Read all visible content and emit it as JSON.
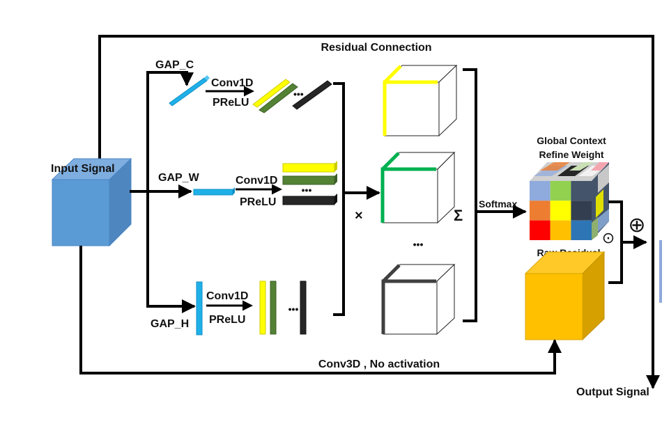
{
  "diagram": {
    "labels": {
      "residual_connection": "Residual Connection",
      "input_signal": "Input Signal",
      "output_signal": "Output Signal",
      "gap_c": "GAP_C",
      "gap_w": "GAP_W",
      "gap_h": "GAP_H",
      "conv1d": "Conv1D",
      "prelu": "PReLU",
      "softmax": "Softmax",
      "global_context_line1": "Global Context",
      "global_context_line2": "Refine Weight",
      "raw_residual": "Raw Residual",
      "conv3d": "Conv3D , No activation",
      "multiply_symbol": "×",
      "sum_symbol": "Σ",
      "hadamard_symbol": "⊙",
      "add_symbol": "⊕",
      "ellipsis": "•••"
    },
    "colors": {
      "input_cube": "#5b9bd5",
      "gap_bar": "#1fb0e8",
      "yellow": "#ffff00",
      "green": "#548235",
      "black_bar": "#262626",
      "cube_edge_yellow": "#ffff00",
      "cube_edge_green": "#00b050",
      "cube_edge_gray": "#404040",
      "raw_residual_cube": "#ffc000"
    },
    "weight_cube_front_colors": [
      [
        "#8faadc",
        "#92d050",
        "#44546a"
      ],
      [
        "#ed7d31",
        "#ffff00",
        "#333f50"
      ],
      [
        "#ff0000",
        "#ffc000",
        "#2e75b6"
      ]
    ],
    "nodes": [
      {
        "id": "input",
        "label": "Input Signal"
      },
      {
        "id": "gap_c",
        "label": "GAP_C"
      },
      {
        "id": "gap_w",
        "label": "GAP_W"
      },
      {
        "id": "gap_h",
        "label": "GAP_H"
      },
      {
        "id": "conv1d_prelu_c",
        "label": "Conv1D / PReLU"
      },
      {
        "id": "conv1d_prelu_w",
        "label": "Conv1D / PReLU"
      },
      {
        "id": "conv1d_prelu_h",
        "label": "Conv1D / PReLU"
      },
      {
        "id": "attention_cubes",
        "label": "×"
      },
      {
        "id": "sum",
        "label": "Σ"
      },
      {
        "id": "softmax",
        "label": "Softmax"
      },
      {
        "id": "weight",
        "label": "Global Context Refine Weight"
      },
      {
        "id": "raw_residual",
        "label": "Raw Residual"
      },
      {
        "id": "output",
        "label": "Output Signal"
      }
    ],
    "edges": [
      {
        "from": "input",
        "to": "output",
        "label": "Residual Connection"
      },
      {
        "from": "input",
        "to": "gap_c"
      },
      {
        "from": "input",
        "to": "gap_w"
      },
      {
        "from": "input",
        "to": "gap_h"
      },
      {
        "from": "input",
        "to": "raw_residual",
        "label": "Conv3D , No activation"
      },
      {
        "from": "sum",
        "to": "weight",
        "label": "Softmax"
      },
      {
        "from": "weight",
        "to": "output",
        "label": "⊙ / ⊕"
      }
    ]
  }
}
